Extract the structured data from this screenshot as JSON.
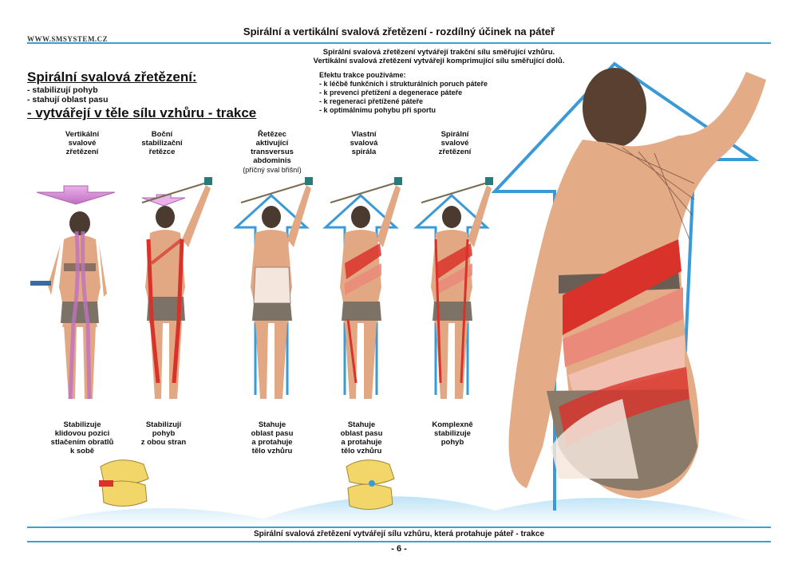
{
  "header": {
    "site": "WWW.SMSYSTEM.CZ",
    "title": "Spirální a vertikální svalová zřetězení - rozdílný účinek na páteř",
    "intro_line1": "Spirální svalová zřetězení vytvářejí trakční sílu směřující vzhůru.",
    "intro_line2": "Vertikální svalová zřetězení vytvářejí komprimující sílu směřující dolů."
  },
  "spiral": {
    "title": "Spirální svalová zřetězení:",
    "items": [
      "- stabilizují pohyb",
      "- stahují oblast pasu"
    ],
    "emphasis": "- vytvářejí v těle sílu vzhůru - trakce"
  },
  "effects": {
    "title": "Efektu trakce používáme:",
    "items": [
      "- k léčbě funkčních i strukturálních poruch páteře",
      "- k prevenci přetížení a degenerace páteře",
      "- k regeneraci přetížené páteře",
      "- k optimálnímu pohybu při sportu"
    ]
  },
  "columns": [
    {
      "head": [
        "Vertikální",
        "svalové",
        "zřetězení"
      ],
      "sub": "",
      "foot": [
        "Stabilizuje",
        "klidovou pozici",
        "stlačením obratlů",
        "k sobě"
      ]
    },
    {
      "head": [
        "Boční",
        "stabilizační",
        "řetězce"
      ],
      "sub": "",
      "foot": [
        "Stabilizují",
        "pohyb",
        "z obou stran"
      ]
    },
    {
      "head": [
        "Řetězec",
        "aktivující",
        "transversus",
        "abdominis"
      ],
      "sub": "(příčný sval břišní)",
      "foot": [
        "Stahuje",
        "oblast pasu",
        "a protahuje",
        "tělo vzhůru"
      ]
    },
    {
      "head": [
        "Vlastní",
        "svalová",
        "spirála"
      ],
      "sub": "",
      "foot": [
        "Stahuje",
        "oblast pasu",
        "a protahuje",
        "tělo vzhůru"
      ]
    },
    {
      "head": [
        "Spirální",
        "svalové",
        "zřetězení"
      ],
      "sub": "",
      "foot": [
        "Komplexně",
        "stabilizuje",
        "pohyb"
      ]
    }
  ],
  "footer": {
    "caption": "Spirální svalová zřetězení vytvářejí sílu vzhůru, která protahuje páteř - trakce",
    "page": "- 6 -"
  },
  "colors": {
    "accent": "#3aa0d8",
    "muscle_red": "#d9322a",
    "vertical_pink": "#c070c0",
    "skin": "#e2a883"
  },
  "icons": [
    "down-arrow-icon",
    "up-arrow-icon",
    "vertebra-icon"
  ]
}
